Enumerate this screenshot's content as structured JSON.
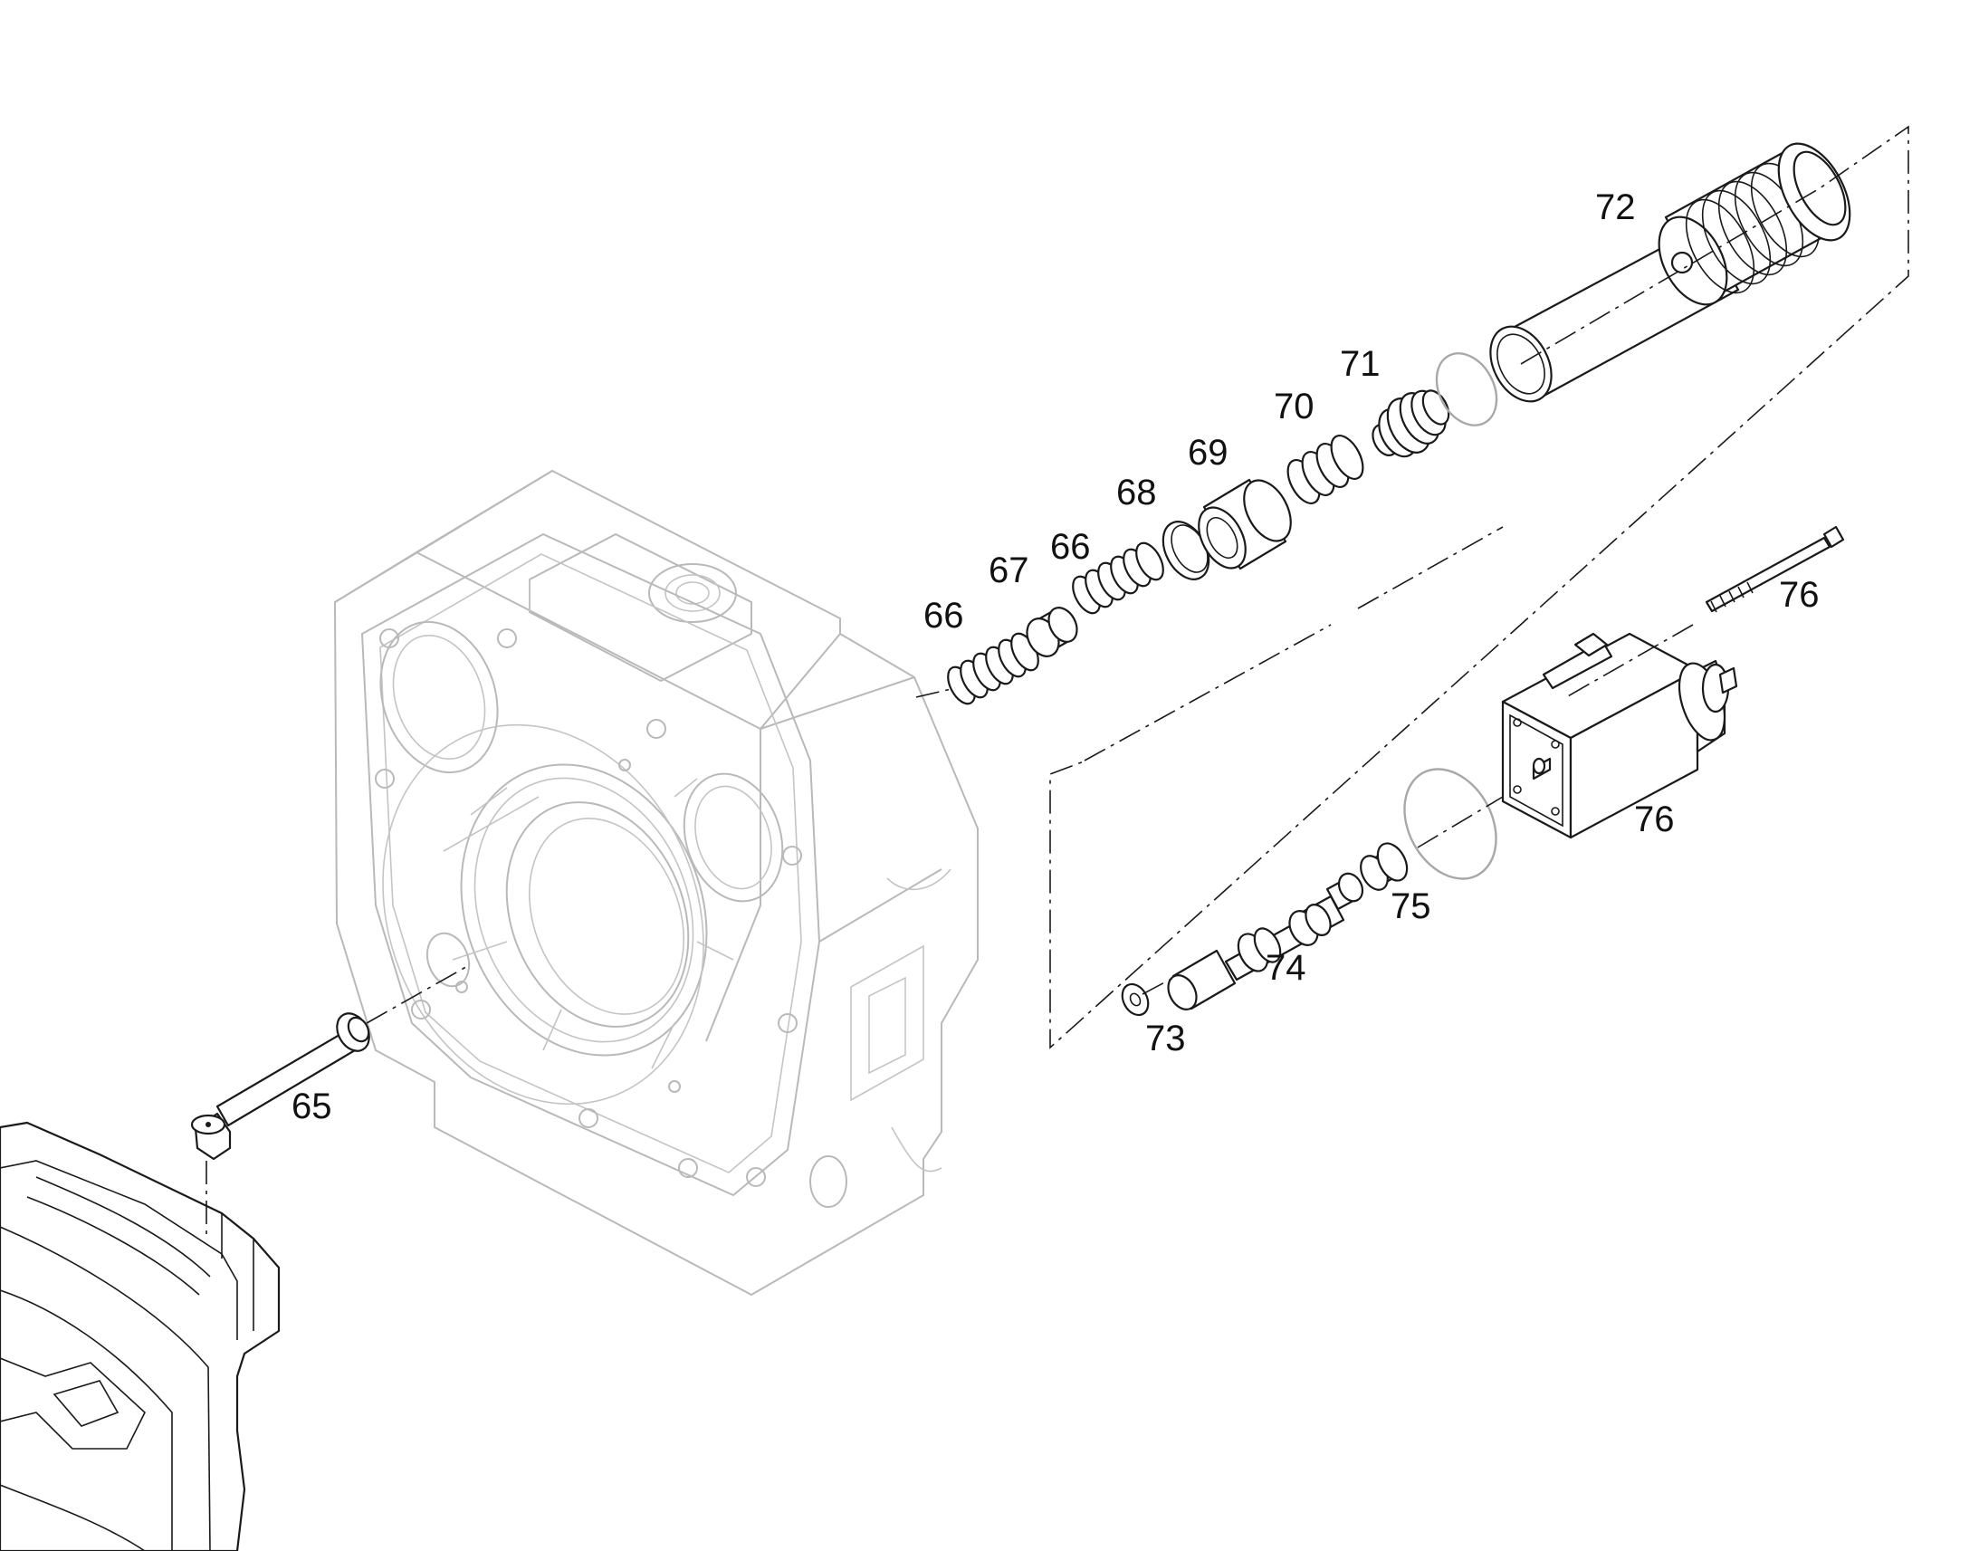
{
  "callouts": {
    "c65": "65",
    "c66a": "66",
    "c66b": "66",
    "c67": "67",
    "c68": "68",
    "c69": "69",
    "c70": "70",
    "c71": "71",
    "c72": "72",
    "c73": "73",
    "c74": "74",
    "c75": "75",
    "c76a": "76",
    "c76b": "76"
  },
  "colors": {
    "line": "#1a1a1a",
    "housing": "#b9b9b9",
    "background": "#ffffff"
  }
}
